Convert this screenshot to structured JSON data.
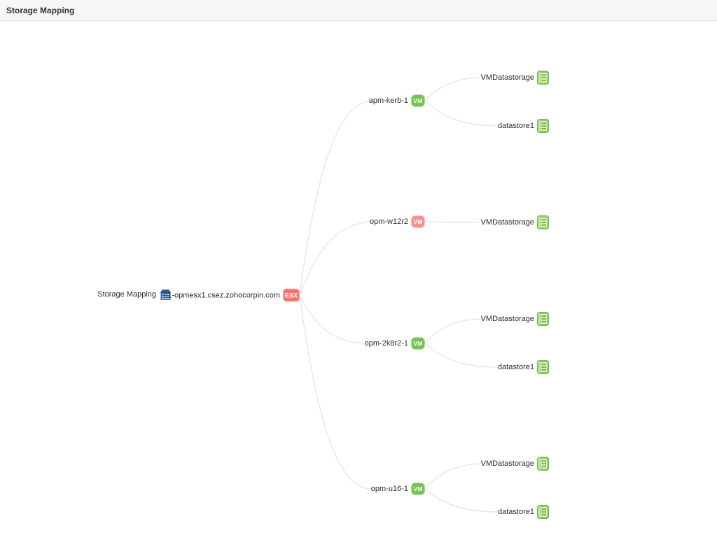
{
  "header": {
    "title": "Storage Mapping"
  },
  "map": {
    "root": {
      "label": "Storage Mapping",
      "icon": "datacenter-icon"
    },
    "host": {
      "label": "n1-opmesx1.csez.zohocorpin.com",
      "badge": "ESX",
      "status": "critical",
      "status_color": "#f5726c"
    },
    "vms": [
      {
        "label": "apm-kerb-1",
        "badge": "VM",
        "status": "up",
        "status_color": "#79c155",
        "datastores": [
          "VMDatastorage",
          "datastore1"
        ]
      },
      {
        "label": "opm-w12r2",
        "badge": "VM",
        "status": "down",
        "status_color": "#f59090",
        "datastores": [
          "VMDatastorage"
        ]
      },
      {
        "label": "opm-2k8r2-1",
        "badge": "VM",
        "status": "up",
        "status_color": "#79c155",
        "datastores": [
          "VMDatastorage",
          "datastore1"
        ]
      },
      {
        "label": "opm-u16-1",
        "badge": "VM",
        "status": "up",
        "status_color": "#79c155",
        "datastores": [
          "VMDatastorage",
          "datastore1"
        ]
      }
    ],
    "edge_color": "#e3e3e3",
    "datastore_icon": "datastore-icon"
  }
}
